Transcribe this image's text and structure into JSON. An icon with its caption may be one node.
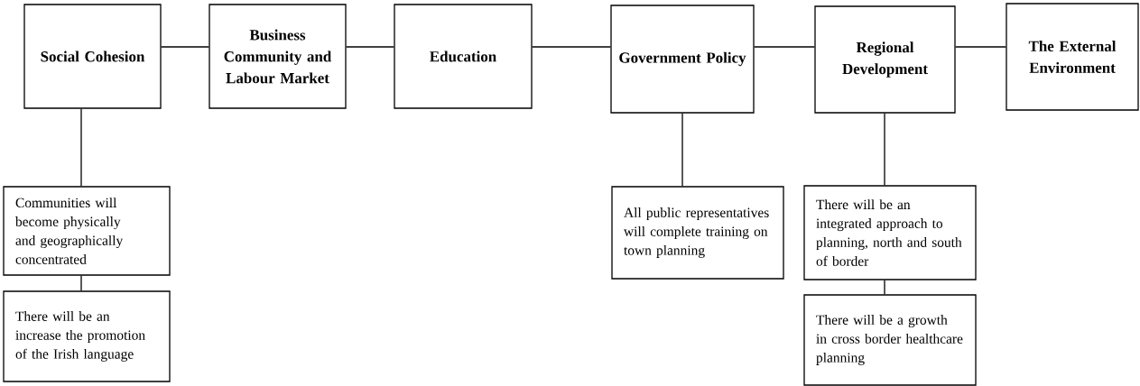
{
  "diagram": {
    "nodes": [
      {
        "text": [
          "Social Cohesion"
        ]
      },
      {
        "text": [
          "Business Community and Labour Market"
        ]
      },
      {
        "text": [
          "Education"
        ]
      },
      {
        "text": [
          "Government Policy"
        ]
      },
      {
        "text": [
          "Regional Development"
        ]
      },
      {
        "text": [
          "The External Environment"
        ]
      },
      {
        "text": [
          "Communities will become physically and geographically concentrated"
        ]
      },
      {
        "text": [
          "There will be an increase the promotion of the Irish language"
        ]
      },
      {
        "text": [
          "All public representatives will complete training on town planning"
        ]
      },
      {
        "text": [
          "There will be an integrated approach to planning, north and south of border"
        ]
      },
      {
        "text": [
          "There will be a growth in cross border healthcare planning"
        ]
      }
    ],
    "edges": [
      {
        "from": 0,
        "to": 1,
        "arrow": "none"
      },
      {
        "from": 1,
        "to": 2,
        "arrow": "none"
      },
      {
        "from": 2,
        "to": 3,
        "arrow": "none"
      },
      {
        "from": 3,
        "to": 4,
        "arrow": "none"
      },
      {
        "from": 4,
        "to": 5,
        "arrow": "none"
      },
      {
        "from": 0,
        "to": 6,
        "arrow": "none"
      },
      {
        "from": 6,
        "to": 7,
        "arrow": "none"
      },
      {
        "from": 3,
        "to": 8,
        "arrow": "none"
      },
      {
        "from": 4,
        "to": 9,
        "arrow": "none"
      },
      {
        "from": 9,
        "to": 10,
        "arrow": "none"
      }
    ]
  }
}
